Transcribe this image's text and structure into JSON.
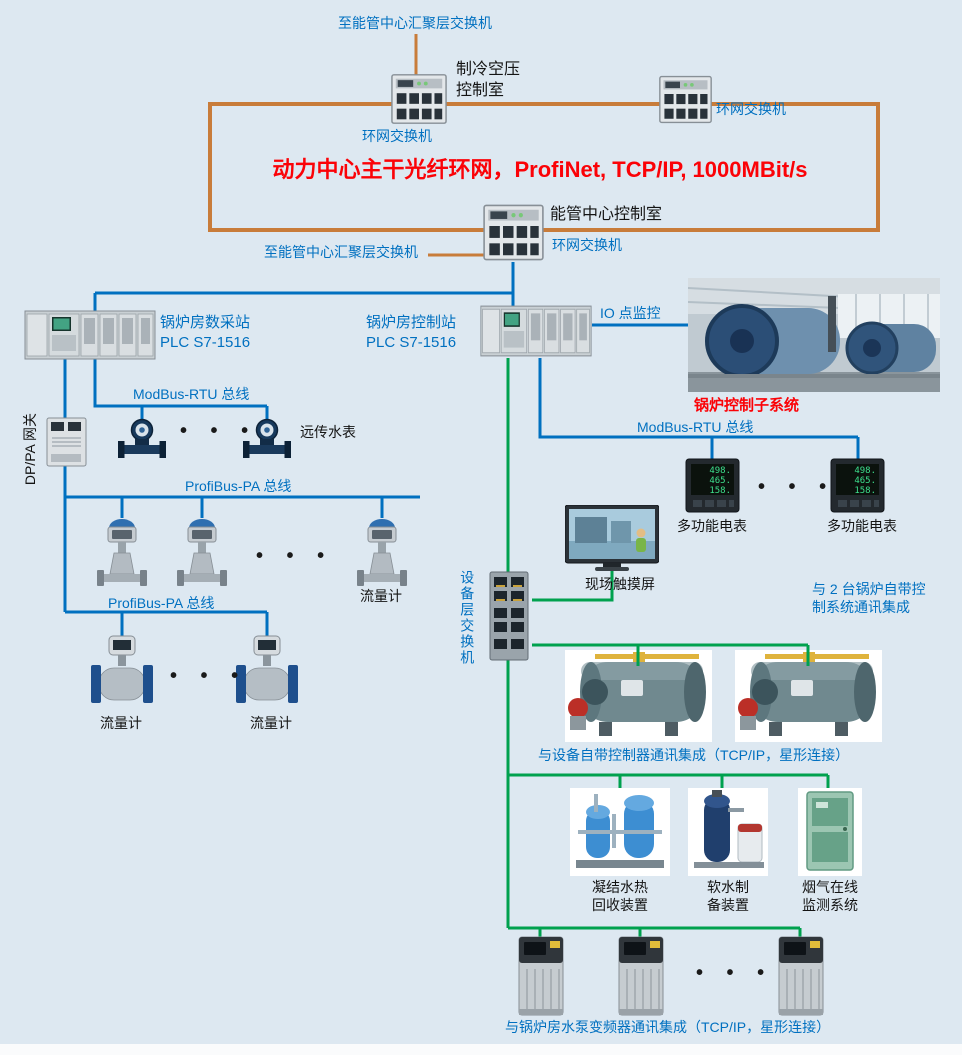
{
  "colors": {
    "background": "#dde8f1",
    "line_blue": "#0070c0",
    "line_orange": "#c87c3a",
    "line_green": "#00a14e",
    "text_red": "#fb0207",
    "text_blue": "#0070c0"
  },
  "ring_network": {
    "uplink_top": "至能管中心汇聚层交换机",
    "uplink_left": "至能管中心汇聚层交换机",
    "cooling_room_line1": "制冷空压",
    "cooling_room_line2": "控制室",
    "switch1_label": "环网交换机",
    "switch2_label": "环网交换机",
    "switch3_label": "环网交换机",
    "energy_center_room": "能管中心控制室",
    "title": "动力中心主干光纤环网，ProfiNet, TCP/IP, 1000MBit/s"
  },
  "daq_station": {
    "name_line1": "锅炉房数采站",
    "name_line2": "PLC  S7-1516",
    "dp_pa_gateway": "DP/PA 网关",
    "modbus_bus": "ModBus-RTU 总线",
    "water_meter_label": "远传水表",
    "profibus_bus_upper": "ProfiBus-PA 总线",
    "profibus_bus_lower": "ProfiBus-PA 总线",
    "flow_meter_upper_label": "流量计",
    "flow_meter_lower_label1": "流量计",
    "flow_meter_lower_label2": "流量计",
    "dots": "• • •"
  },
  "control_station": {
    "name_line1": "锅炉房控制站",
    "name_line2": "PLC  S7-1516",
    "io_monitor": "IO 点监控",
    "boiler_subsystem": "锅炉控制子系统",
    "modbus_bus": "ModBus-RTU 总线",
    "meter_label1": "多功能电表",
    "meter_label2": "多功能电表",
    "meter_display": [
      "498.",
      "465.",
      "158."
    ],
    "touchscreen_label": "现场触摸屏",
    "device_switch_label": "设备层交换机",
    "dots": "• • •"
  },
  "integration": {
    "boiler_note_line1": "与 2 台锅炉自带控",
    "boiler_note_line2": "制系统通讯集成",
    "device_tcpip_note": "与设备自带控制器通讯集成（TCP/IP，星形连接）",
    "equip1_line1": "凝结水热",
    "equip1_line2": "回收装置",
    "equip2_line1": "软水制",
    "equip2_line2": "备装置",
    "equip3_line1": "烟气在线",
    "equip3_line2": "监测系统",
    "vfd_note": "与锅炉房水泵变频器通讯集成（TCP/IP，星形连接）",
    "dots": "• • •"
  }
}
